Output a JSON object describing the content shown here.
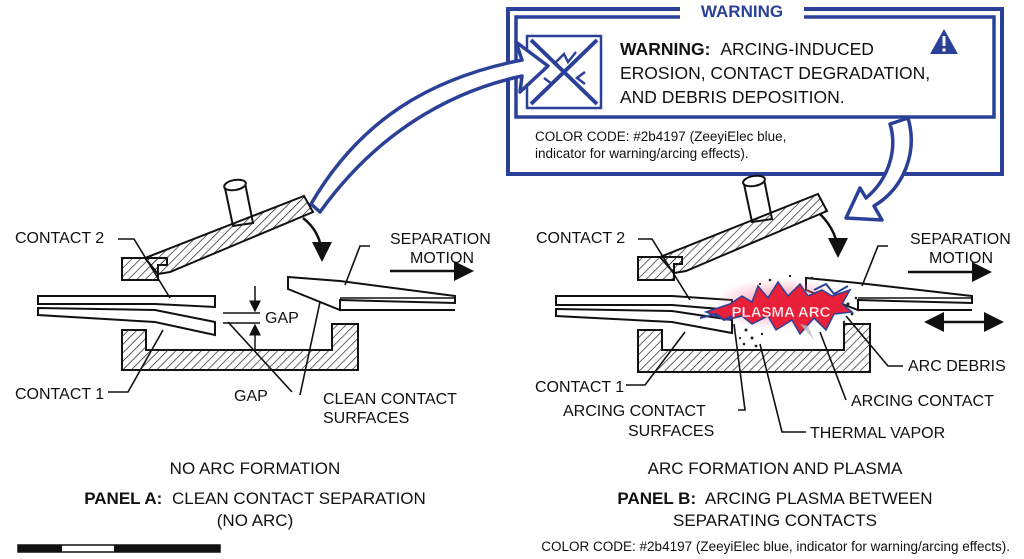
{
  "colors": {
    "accent_blue": "#2b4197",
    "plasma_red": "#e8203a",
    "plasma_glow": "#ff8fa3",
    "line": "#111111"
  },
  "warning_box": {
    "header": "WARNING",
    "icon_left": "no-spark-icon",
    "icon_right": "warning-triangle-icon",
    "message_bold": "WARNING:",
    "message_lines": [
      "ARCING-INDUCED",
      "EROSION, CONTACT DEGRADATION,",
      "AND DEBRIS DEPOSITION."
    ],
    "color_note_lines": [
      "COLOR CODE: #2b4197 (ZeeyiElec blue,",
      "indicator for warning/arcing effects)."
    ]
  },
  "panel_a": {
    "contact_2": "CONTACT 2",
    "contact_1": "CONTACT 1",
    "separation_lines": [
      "SEPARATION",
      "MOTION"
    ],
    "gap_upper": "GAP",
    "gap_lower": "GAP",
    "clean_lines": [
      "CLEAN CONTACT",
      "SURFACES"
    ],
    "state": "NO ARC FORMATION",
    "caption_bold": "PANEL A:",
    "caption_line1": "CLEAN CONTACT SEPARATION",
    "caption_line2": "(NO ARC)"
  },
  "panel_b": {
    "contact_2": "CONTACT 2",
    "contact_1": "CONTACT 1",
    "separation_lines": [
      "SEPARATION",
      "MOTION"
    ],
    "plasma_label": "PLASMA ARC",
    "arc_debris": "ARC DEBRIS",
    "arcing_contact": "ARCING CONTACT",
    "arcing_surfaces_lines": [
      "ARCING CONTACT",
      "SURFACES"
    ],
    "thermal_vapor": "THERMAL VAPOR",
    "state": "ARC FORMATION AND PLASMA",
    "caption_bold": "PANEL B:",
    "caption_line1": "ARCING PLASMA BETWEEN",
    "caption_line2": "SEPARATING CONTACTS"
  },
  "footer": {
    "color_code": "COLOR CODE: #2b4197 (ZeeyiElec blue, indicator for warning/arcing effects)."
  }
}
